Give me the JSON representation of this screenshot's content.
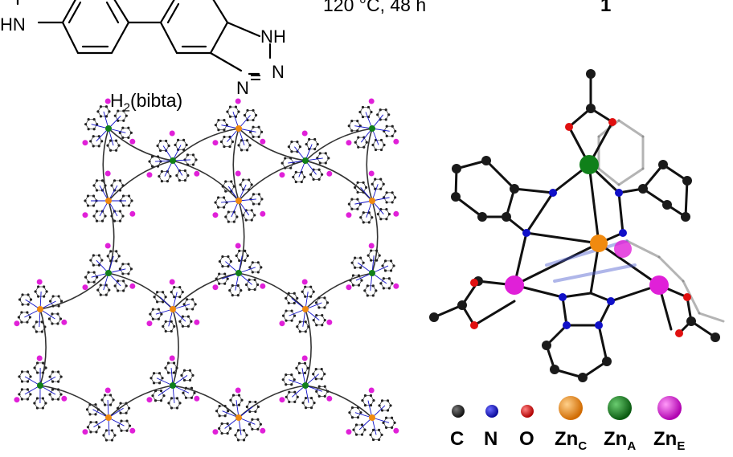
{
  "reaction": {
    "conditions": "120 °C, 48 h",
    "product_number": "1"
  },
  "ligand": {
    "name_main": "H",
    "name_sub": "2",
    "name_tail": "(bibta)",
    "atom_labels": [
      "HN",
      "N",
      "H",
      "N",
      "N"
    ]
  },
  "legend": {
    "items": [
      {
        "label": "C",
        "sub": "",
        "color": "#1a1a1a"
      },
      {
        "label": "N",
        "sub": "",
        "color": "#1010c8"
      },
      {
        "label": "O",
        "sub": "",
        "color": "#e01010"
      },
      {
        "label": "Zn",
        "sub": "C",
        "color": "#f08a10"
      },
      {
        "label": "Zn",
        "sub": "A",
        "color": "#10801a"
      },
      {
        "label": "Zn",
        "sub": "E",
        "color": "#e020d8"
      }
    ]
  },
  "colors": {
    "carbon": "#1a1a1a",
    "nitrogen": "#1010c8",
    "oxygen": "#e01010",
    "zinc_c": "#f08a10",
    "zinc_a": "#10801a",
    "zinc_e": "#e020d8"
  }
}
